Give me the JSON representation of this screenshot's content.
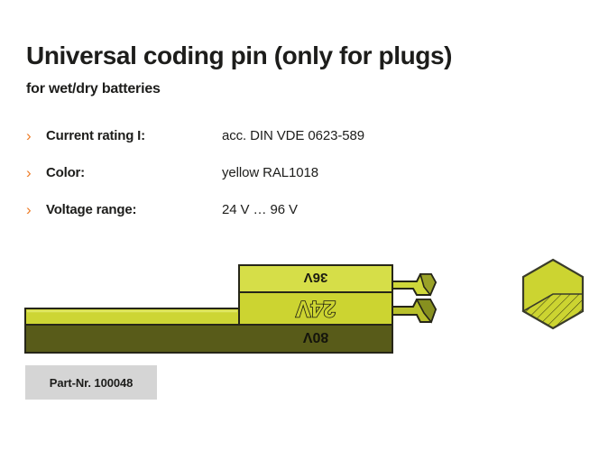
{
  "product": {
    "title": "Universal coding pin (only for plugs)",
    "subtitle": "for wet/dry batteries"
  },
  "specs": [
    {
      "bullet": "chevron-right-icon",
      "glyph": "›",
      "label": "Current rating I:",
      "value": "acc. DIN VDE 0623-589"
    },
    {
      "bullet": "chevron-right-icon",
      "glyph": "›",
      "label": "Color:",
      "value": "yellow RAL1018"
    },
    {
      "bullet": "chevron-right-icon",
      "glyph": "›",
      "label": "Voltage range:",
      "value": "24 V … 96 V"
    }
  ],
  "illustration": {
    "name": "universal-coding-pin-drawing",
    "markings": [
      {
        "text": "36V",
        "position": "top-band",
        "rotated": "180"
      },
      {
        "text": "24V",
        "position": "middle-band",
        "rotated": "180"
      },
      {
        "text": "80V",
        "position": "bottom-band",
        "rotated": "180"
      }
    ],
    "cross_section": {
      "name": "hexagonal-cross-section",
      "shape": "hexagon",
      "hatched": "lower-right"
    }
  },
  "part_badge": {
    "text": "Part-Nr. 100048"
  },
  "colors": {
    "accent_orange": "#ee7d28",
    "text": "#1d1d1b",
    "badge_gray": "#d5d5d5",
    "pin_light": "#d3dc3a",
    "pin_mid": "#c8d02e",
    "pin_dark": "#585b19",
    "pin_outline": "#262618",
    "page_bg": "#ffffff"
  }
}
